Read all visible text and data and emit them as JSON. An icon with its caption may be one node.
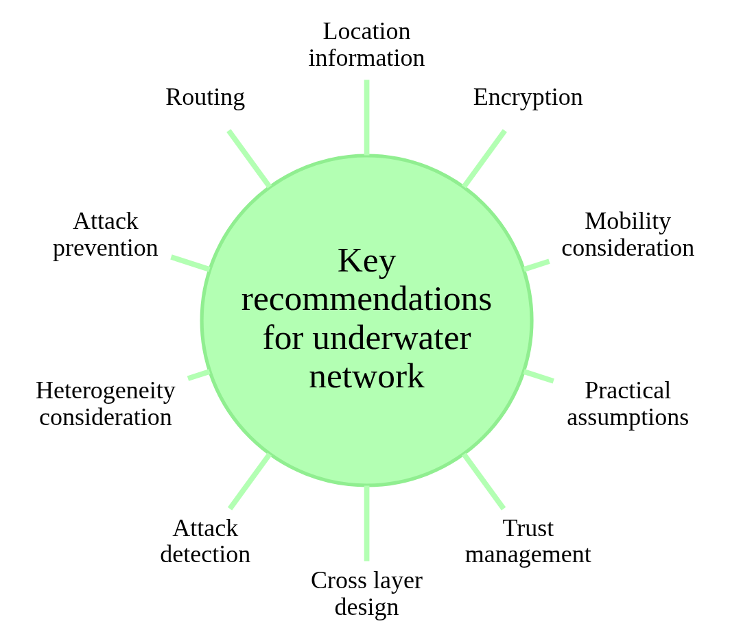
{
  "diagram": {
    "nodes": [
      {
        "text": [
          "Key recommendations for underwater network"
        ]
      },
      {
        "text": [
          "Mobility consideration"
        ]
      },
      {
        "text": [
          "Encryption"
        ]
      },
      {
        "text": [
          "Location information"
        ]
      },
      {
        "text": [
          "Routing"
        ]
      },
      {
        "text": [
          "Attack prevention"
        ]
      },
      {
        "text": [
          "Heterogeneity consideration"
        ]
      },
      {
        "text": [
          "Attack detection"
        ]
      },
      {
        "text": [
          "Cross layer design"
        ]
      },
      {
        "text": [
          "Trust management"
        ]
      },
      {
        "text": [
          "Practical assumptions"
        ]
      }
    ],
    "edges": [
      {
        "from": 0,
        "to": 1,
        "arrow": "none"
      },
      {
        "from": 0,
        "to": 2,
        "arrow": "none"
      },
      {
        "from": 0,
        "to": 3,
        "arrow": "none"
      },
      {
        "from": 0,
        "to": 4,
        "arrow": "none"
      },
      {
        "from": 0,
        "to": 5,
        "arrow": "none"
      },
      {
        "from": 0,
        "to": 6,
        "arrow": "none"
      },
      {
        "from": 0,
        "to": 7,
        "arrow": "none"
      },
      {
        "from": 0,
        "to": 8,
        "arrow": "none"
      },
      {
        "from": 0,
        "to": 9,
        "arrow": "none"
      },
      {
        "from": 0,
        "to": 10,
        "arrow": "none"
      }
    ]
  }
}
